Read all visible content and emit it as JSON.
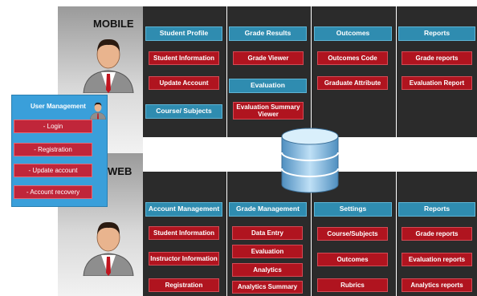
{
  "labels": {
    "mobile": "MOBILE",
    "web": "WEB"
  },
  "mobile_columns": [
    {
      "header": "Student Profile",
      "items": [
        "Student Information",
        "Update Account"
      ],
      "header2": "Course/ Subjects"
    },
    {
      "header": "Grade Results",
      "items": [
        "Grade Viewer"
      ],
      "header2": "Evaluation",
      "items2": [
        "Evaluation Summary Viewer"
      ]
    },
    {
      "header": "Outcomes",
      "items": [
        "Outcomes Code",
        "Graduate Attribute"
      ]
    },
    {
      "header": "Reports",
      "items": [
        "Grade reports",
        "Evaluation Report"
      ]
    }
  ],
  "web_columns": [
    {
      "header": "Account Management",
      "items": [
        "Student Information",
        "Instructor Information",
        "Registration"
      ]
    },
    {
      "header": "Grade  Management",
      "items": [
        "Data Entry",
        "Evaluation",
        "Analytics",
        "Analytics Summary"
      ]
    },
    {
      "header": "Settings",
      "items": [
        "Course/Subjects",
        "Outcomes",
        "Rubrics"
      ]
    },
    {
      "header": "Reports",
      "items": [
        "Grade reports",
        "Evaluation reports",
        "Analytics reports"
      ]
    }
  ],
  "user_management": {
    "title": "User Management",
    "items": [
      "- Login",
      "- Registration",
      "- Update account",
      "- Account recovery"
    ]
  },
  "colors": {
    "band": "#2b2b2b",
    "header": "#2f8cb0",
    "item": "#b0141f",
    "panel": "#3a9fda",
    "database": "#7fb8e0"
  }
}
